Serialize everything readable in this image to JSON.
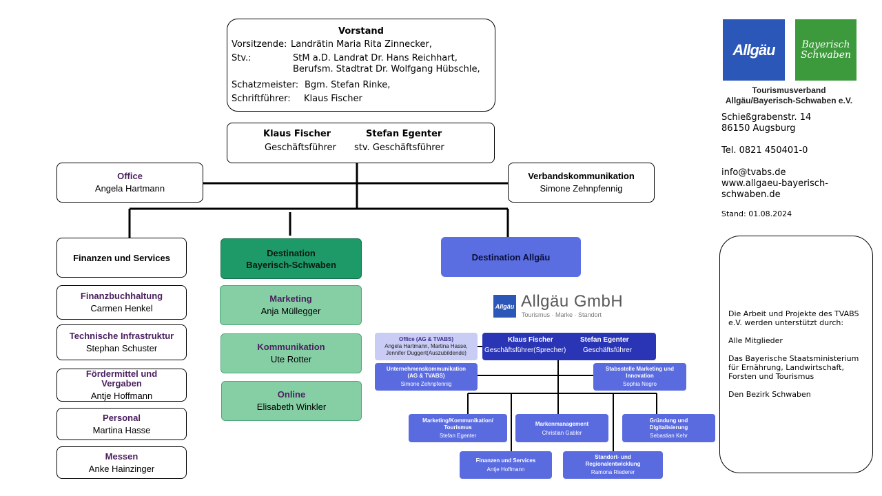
{
  "vorstand": {
    "title": "Vorstand",
    "vorsitzende_label": "Vorsitzende:",
    "vorsitzende_value": "Landrätin Maria Rita Zinnecker,",
    "stv_label": "Stv.:",
    "stv_value1": "StM a.D. Landrat Dr. Hans Reichhart,",
    "stv_value2": "Berufsm. Stadtrat Dr. Wolfgang Hübschle,",
    "schatz_label": "Schatzmeister:",
    "schatz_value": "Bgm. Stefan Rinke,",
    "schrift_label": "Schriftführer:",
    "schrift_value": "Klaus Fischer"
  },
  "gf": {
    "name1": "Klaus Fischer",
    "role1": "Geschäftsführer",
    "name2": "Stefan Egenter",
    "role2": "stv. Geschäftsführer"
  },
  "office": {
    "title": "Office",
    "name": "Angela Hartmann"
  },
  "verband": {
    "title": "Verbandskommunikation",
    "name": "Simone Zehnpfennig"
  },
  "finanzen": {
    "title": "Finanzen und Services",
    "items": [
      {
        "title": "Finanzbuchhaltung",
        "name": "Carmen Henkel"
      },
      {
        "title": "Technische Infrastruktur",
        "name": "Stephan Schuster"
      },
      {
        "title": "Fördermittel und Vergaben",
        "name": "Antje Hoffmann"
      },
      {
        "title": "Personal",
        "name": "Martina Hasse"
      },
      {
        "title": "Messen",
        "name": "Anke Hainzinger"
      }
    ]
  },
  "bs": {
    "title_line1": "Destination",
    "title_line2": "Bayerisch-Schwaben",
    "items": [
      {
        "title": "Marketing",
        "name": "Anja Müllegger"
      },
      {
        "title": "Kommunikation",
        "name": "Ute Rotter"
      },
      {
        "title": "Online",
        "name": "Elisabeth Winkler"
      }
    ]
  },
  "allgaeu": {
    "title": "Destination Allgäu"
  },
  "gmbh": {
    "logo_small": "Allgäu",
    "logo_name": "Allgäu GmbH",
    "logo_tagline": "Tourismus · Marke · Standort",
    "office_title": "Office (AG & TVABS)",
    "office_names1": "Angela Hartmann, Martina Hasse,",
    "office_names2": "Jennifer Duggert(Auszubildende)",
    "gf_name1": "Klaus Fischer",
    "gf_role1": "Geschäftsführer(Sprecher)",
    "gf_name2": "Stefan Egenter",
    "gf_role2": "Geschäftsführer",
    "uk_title1": "Unternehmenskommunikation",
    "uk_title2": "(AG & TVABS)",
    "uk_name": "Simone Zehnpfennig",
    "stab_title1": "Stabsstelle Marketing und",
    "stab_title2": "Innovation",
    "stab_name": "Sophia Negro",
    "mk_title1": "Marketing/Kommunikation/",
    "mk_title2": "Tourismus",
    "mk_name": "Stefan Egenter",
    "marke_title": "Markenmanagement",
    "marke_name": "Christian Gabler",
    "gd_title1": "Gründung und",
    "gd_title2": "Digitalisierung",
    "gd_name": "Sebastian Kehr",
    "fs_title": "Finanzen und Services",
    "fs_name": "Antje Hoffmann",
    "sr_title1": "Standort- und",
    "sr_title2": "Regionalentwicklung",
    "sr_name": "Ramona Riederer"
  },
  "logos": {
    "allgaeu": "Allgäu",
    "bs_line1": "Bayerisch",
    "bs_line2": "Schwaben",
    "allgaeu_color": "#2a57b8",
    "bs_color": "#3d9a3c"
  },
  "org": {
    "name1": "Tourismusverband",
    "name2": "Allgäu/Bayerisch-Schwaben e.V.",
    "street": "Schießgrabenstr. 14",
    "city": "86150 Augsburg",
    "tel": "Tel. 0821 450401-0",
    "email": "info@tvabs.de",
    "web1": "www.allgaeu-bayerisch-",
    "web2": "schwaben.de",
    "stand": "Stand: 01.08.2024"
  },
  "support": {
    "intro1": "Die Arbeit und Projekte des TVABS",
    "intro2": "e.V. werden unterstützt durch:",
    "item1": "Alle Mitglieder",
    "item2a": "Das Bayerische Staatsministerium",
    "item2b": "für Ernährung, Landwirtschaft,",
    "item2c": "Forsten und Tourismus",
    "item3": "Den Bezirk Schwaben"
  }
}
